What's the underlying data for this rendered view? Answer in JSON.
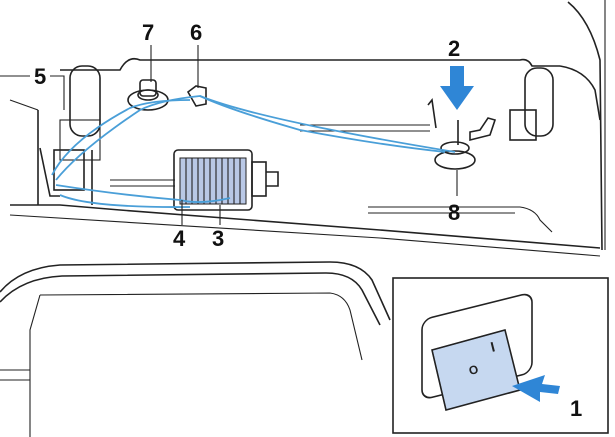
{
  "callouts": {
    "c1": "1",
    "c2": "2",
    "c3": "3",
    "c4": "4",
    "c5": "5",
    "c6": "6",
    "c7": "7",
    "c8": "8"
  },
  "switch": {
    "on_symbol": "I",
    "off_symbol": "O"
  },
  "colors": {
    "thread": "#4a9fd8",
    "arrow": "#2f86d6",
    "spool_fill": "#b9c8e6",
    "switch_fill": "#c6d8f0",
    "outline": "#222222"
  },
  "icons": [
    "arrow-down-icon",
    "arrow-left-icon"
  ]
}
